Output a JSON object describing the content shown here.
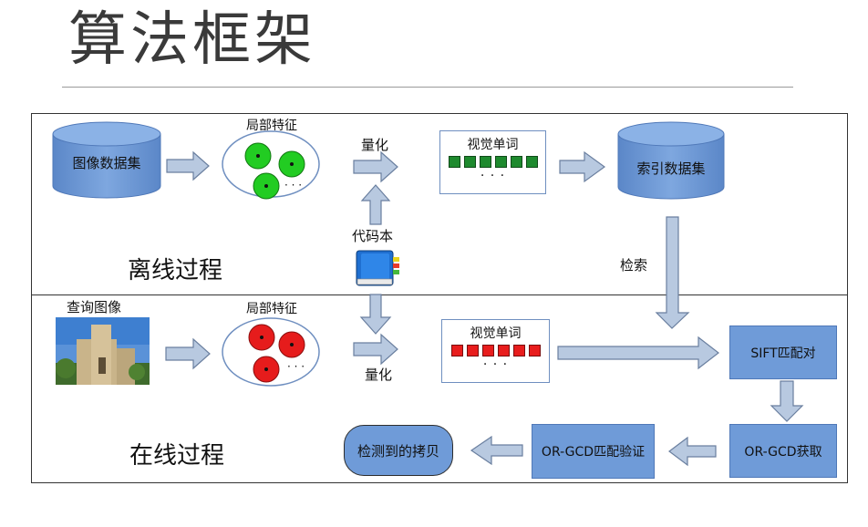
{
  "title": "算法框架",
  "offline": {
    "section_label": "离线过程",
    "dataset_label": "图像数据集",
    "features_label": "局部特征",
    "quantize_label": "量化",
    "visual_words_label": "视觉单词",
    "index_label": "索引数据集",
    "retrieve_label": "检索",
    "codebook_label": "代码本"
  },
  "online": {
    "section_label": "在线过程",
    "query_label": "查询图像",
    "features_label": "局部特征",
    "quantize_label": "量化",
    "visual_words_label": "视觉单词",
    "sift_label": "SIFT匹配对",
    "orgcd_get_label": "OR-GCD获取",
    "orgcd_verify_label": "OR-GCD匹配验证",
    "detected_label": "检测到的拷贝"
  },
  "ellipsis": "· · ·",
  "colors": {
    "box_fill": "#6f9bd8",
    "arrow_fill": "#b8c9e0",
    "arrow_stroke": "#6a7f9f",
    "feature_green": "#22cc22",
    "feature_red": "#e61c1c",
    "word_green": "#1e8a2e",
    "word_red": "#e81d1d"
  }
}
